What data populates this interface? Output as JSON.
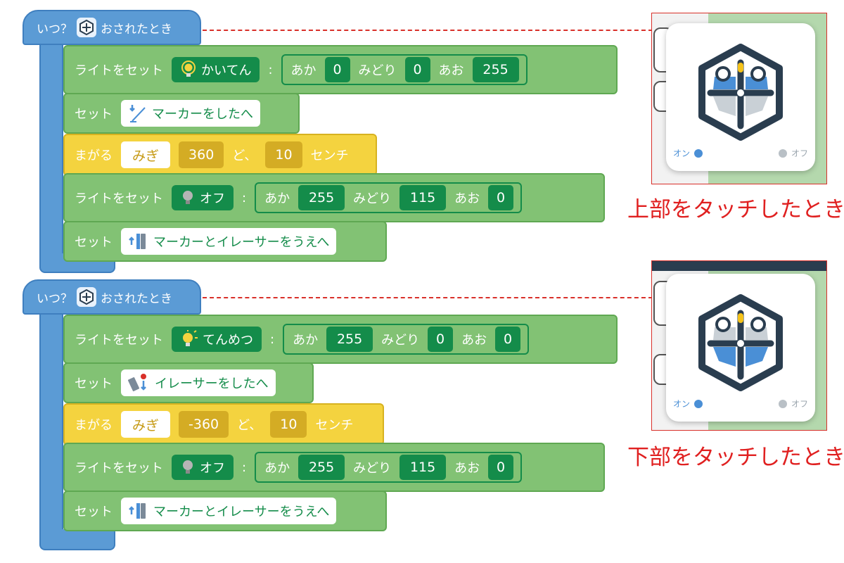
{
  "script1": {
    "hat": {
      "when_label": "いつ？",
      "event_label": "おされたとき"
    },
    "light_row1": {
      "label": "ライトをセット",
      "mode": "かいてん",
      "colon": ":",
      "red_label": "あか",
      "red": "0",
      "green_label": "みどり",
      "green": "0",
      "blue_label": "あお",
      "blue": "255"
    },
    "set_row1": {
      "label": "セット",
      "action": "マーカーをしたへ"
    },
    "turn_row": {
      "label": "まがる",
      "direction": "みぎ",
      "degrees": "360",
      "degree_unit": "ど、",
      "distance": "10",
      "distance_unit": "センチ"
    },
    "light_row2": {
      "label": "ライトをセット",
      "mode": "オフ",
      "colon": ":",
      "red_label": "あか",
      "red": "255",
      "green_label": "みどり",
      "green": "115",
      "blue_label": "あお",
      "blue": "0"
    },
    "set_row2": {
      "label": "セット",
      "action": "マーカーとイレーサーをうえへ"
    }
  },
  "script2": {
    "hat": {
      "when_label": "いつ？",
      "event_label": "おされたとき"
    },
    "light_row1": {
      "label": "ライトをセット",
      "mode": "てんめつ",
      "colon": ":",
      "red_label": "あか",
      "red": "255",
      "green_label": "みどり",
      "green": "0",
      "blue_label": "あお",
      "blue": "0"
    },
    "set_row1": {
      "label": "セット",
      "action": "イレーサーをしたへ"
    },
    "turn_row": {
      "label": "まがる",
      "direction": "みぎ",
      "degrees": "-360",
      "degree_unit": "ど、",
      "distance": "10",
      "distance_unit": "センチ"
    },
    "light_row2": {
      "label": "ライトをセット",
      "mode": "オフ",
      "colon": ":",
      "red_label": "あか",
      "red": "255",
      "green_label": "みどり",
      "green": "115",
      "blue_label": "あお",
      "blue": "0"
    },
    "set_row2": {
      "label": "セット",
      "action": "マーカーとイレーサーをうえへ"
    }
  },
  "panel1": {
    "on_label": "オン",
    "off_label": "オフ",
    "caption": "上部をタッチしたとき",
    "highlight": "top"
  },
  "panel2": {
    "on_label": "オン",
    "off_label": "オフ",
    "caption": "下部をタッチしたとき",
    "highlight": "bottom"
  },
  "colors": {
    "event": "#5b9bd5",
    "looks": "#82c274",
    "motion": "#f4d33f",
    "accent_green": "#148c4a",
    "annotation": "#e02020"
  }
}
